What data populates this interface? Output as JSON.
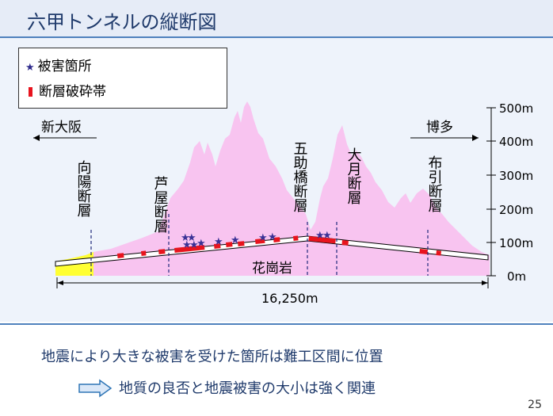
{
  "title": "六甲トンネルの縦断図",
  "legend": {
    "damage_label": "被害箇所",
    "fault_label": "断層破砕帯"
  },
  "directions": {
    "left": "新大阪",
    "right": "博多"
  },
  "elevation_axis": {
    "unit": "m",
    "ticks": [
      "500m",
      "400m",
      "300m",
      "200m",
      "100m",
      "0m"
    ]
  },
  "faults": [
    "向陽断層",
    "芦屋断層",
    "五助橋断層",
    "大月断層",
    "布引断層"
  ],
  "rock_label": "花崗岩",
  "length_label": "16,250m",
  "summary": {
    "line1": "地震により大きな被害を受けた箇所は難工区間に位置",
    "line2": "地質の良否と地震被害の大小は強く関連"
  },
  "page_number": "25",
  "colors": {
    "terrain": "#f8c4f0",
    "sediment": "#ffff33",
    "fault_zone": "#e8141e",
    "damage_star": "#3a3296",
    "accent": "#4f81bd",
    "text_accent": "#1f3a6b"
  }
}
